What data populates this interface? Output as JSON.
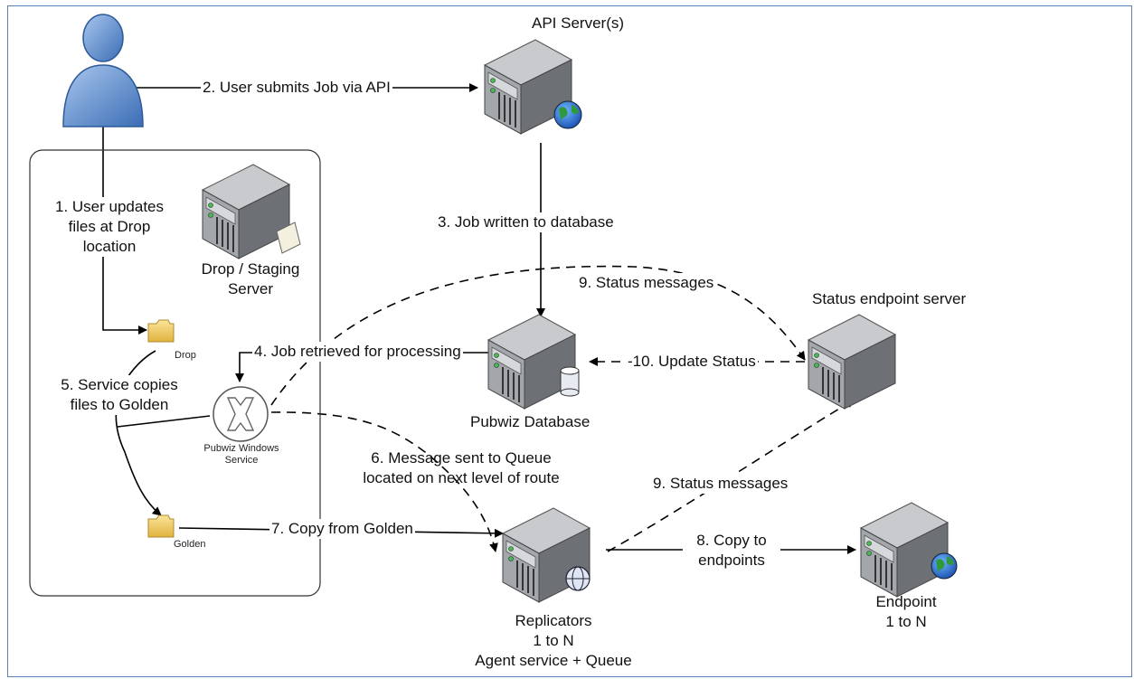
{
  "server_labels": {
    "api": "API Server(s)",
    "drop": [
      "Drop / Staging",
      "Server"
    ],
    "database": "Pubwiz Database",
    "status_endpoint": "Status endpoint server",
    "replicators": [
      "Replicators",
      "1 to N",
      "Agent service + Queue"
    ],
    "endpoint": [
      "Endpoint",
      "1 to N"
    ]
  },
  "folder_labels": {
    "drop": "Drop",
    "golden": "Golden"
  },
  "service_label": [
    "Pubwiz Windows",
    "Service"
  ],
  "steps": {
    "s1": [
      "1. User updates",
      "files at Drop",
      "location"
    ],
    "s2": "2. User submits Job via API",
    "s3": "3. Job written to database",
    "s4": "4. Job retrieved for processing",
    "s5": [
      "5. Service copies",
      "files to Golden"
    ],
    "s6": [
      "6. Message sent to Queue",
      "located on next level of route"
    ],
    "s7": "7. Copy from Golden",
    "s8": [
      "8. Copy to",
      "endpoints"
    ],
    "s9_top": "9. Status messages",
    "s9_bottom": "9. Status messages",
    "s10": "-10. Update Status"
  },
  "colors": {
    "server_body": "#8f9296",
    "server_front": "#b4b7bb",
    "user": "#4d7fc4",
    "folder": "#f2cf63",
    "frame": "#5b7fb8"
  },
  "icons": {
    "user": "person-icon",
    "server": "server-icon",
    "globe": "globe-icon",
    "database": "database-cylinder-icon",
    "folder": "folder-icon",
    "service": "service-cross-icon"
  }
}
